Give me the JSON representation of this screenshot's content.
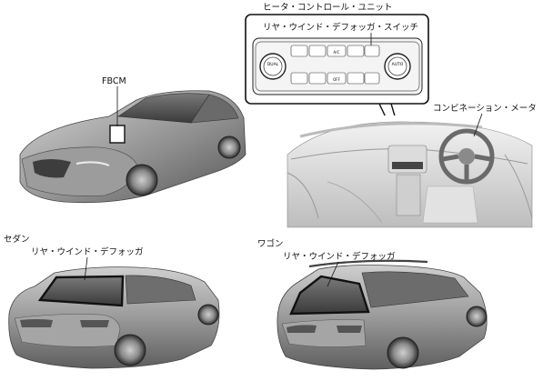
{
  "labels": {
    "heater_control_unit": "ヒータ・コントロール・ユニット",
    "rear_defogger_switch": "リヤ・ウインド・デフォッガ・スイッチ",
    "fbcm": "FBCM",
    "combination_meter": "コンビネーション・メータ",
    "sedan": "セダン",
    "sedan_rear_defogger": "リヤ・ウインド・デフォッガ",
    "wagon": "ワゴン",
    "wagon_rear_defogger": "リヤ・ウインド・デフォッガ"
  },
  "panel_text": {
    "dual": "DUAL",
    "auto": "AUTO",
    "ac": "A/C",
    "off": "OFF"
  }
}
